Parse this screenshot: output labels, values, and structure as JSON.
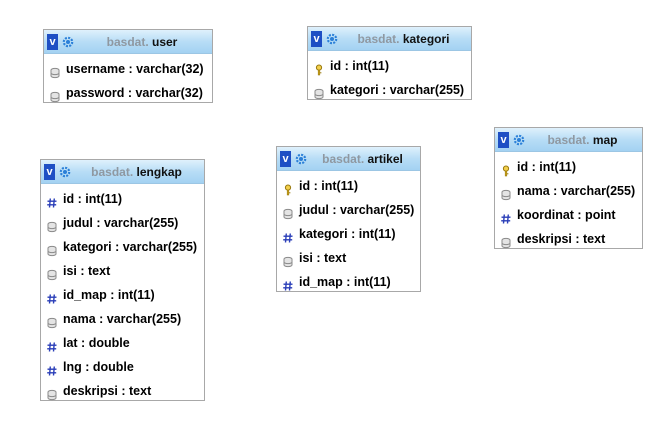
{
  "colors": {
    "header": "#b8ddf6",
    "border": "#a8a8a8",
    "accent": "#1e4fc4"
  },
  "tables": [
    {
      "id": "user",
      "schema": "basdat.",
      "name": "user",
      "columns": [
        {
          "text": "username : varchar(32)",
          "icon": "column-icon"
        },
        {
          "text": "password : varchar(32)",
          "icon": "column-icon"
        }
      ]
    },
    {
      "id": "kategori",
      "schema": "basdat.",
      "name": "kategori",
      "columns": [
        {
          "text": "id : int(11)",
          "icon": "primary-key-icon"
        },
        {
          "text": "kategori : varchar(255)",
          "icon": "column-icon"
        }
      ]
    },
    {
      "id": "lengkap",
      "schema": "basdat.",
      "name": "lengkap",
      "columns": [
        {
          "text": "id : int(11)",
          "icon": "numeric-column-icon"
        },
        {
          "text": "judul : varchar(255)",
          "icon": "column-icon"
        },
        {
          "text": "kategori : varchar(255)",
          "icon": "column-icon"
        },
        {
          "text": "isi : text",
          "icon": "column-icon"
        },
        {
          "text": "id_map : int(11)",
          "icon": "numeric-column-icon"
        },
        {
          "text": "nama : varchar(255)",
          "icon": "column-icon"
        },
        {
          "text": "lat : double",
          "icon": "numeric-column-icon"
        },
        {
          "text": "lng : double",
          "icon": "numeric-column-icon"
        },
        {
          "text": "deskripsi : text",
          "icon": "column-icon"
        }
      ]
    },
    {
      "id": "artikel",
      "schema": "basdat.",
      "name": "artikel",
      "columns": [
        {
          "text": "id : int(11)",
          "icon": "primary-key-icon"
        },
        {
          "text": "judul : varchar(255)",
          "icon": "column-icon"
        },
        {
          "text": "kategori : int(11)",
          "icon": "numeric-column-icon"
        },
        {
          "text": "isi : text",
          "icon": "column-icon"
        },
        {
          "text": "id_map : int(11)",
          "icon": "numeric-column-icon"
        }
      ]
    },
    {
      "id": "map",
      "schema": "basdat.",
      "name": "map",
      "columns": [
        {
          "text": "id : int(11)",
          "icon": "primary-key-icon"
        },
        {
          "text": "nama : varchar(255)",
          "icon": "column-icon"
        },
        {
          "text": "koordinat : point",
          "icon": "numeric-column-icon"
        },
        {
          "text": "deskripsi : text",
          "icon": "column-icon"
        }
      ]
    }
  ]
}
